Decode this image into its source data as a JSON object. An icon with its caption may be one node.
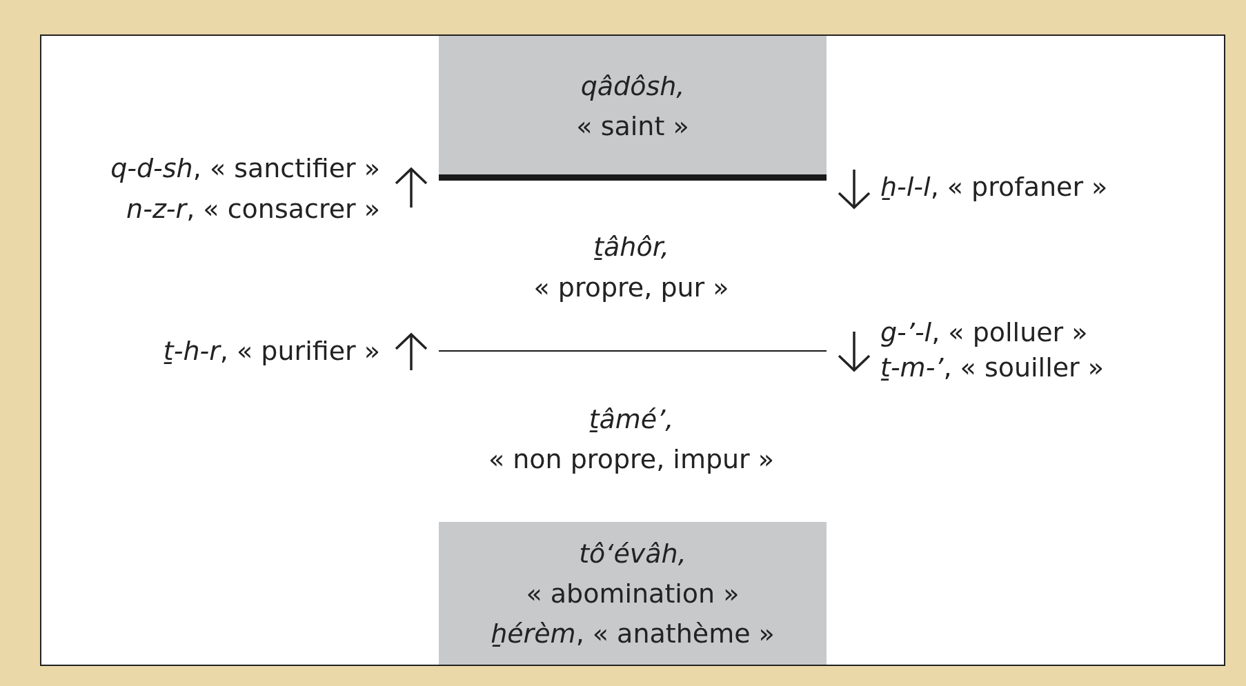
{
  "diagram": {
    "nodes": [
      {
        "text": [],
        "shape": "box"
      },
      {
        "text": [
          "qâdôsh,",
          "« saint »"
        ],
        "in": 0
      },
      {
        "text": [
          "tô‘évâh,",
          "« abomination »",
          "*ẖérèm*, « anathème »"
        ],
        "in": 0
      }
    ],
    "edges": [],
    "labels": [
      "*q-d-sh*, « sanctifier »",
      "*ẖ-l-l*, « profaner »",
      "*n-z-r*, « consacrer »",
      "ṯâhôr,",
      "« propre, pur »",
      "*ṯ-h-r*, « purifier »",
      "*g-’-l*, « polluer »",
      "*ṯ-m-’*, « souiller »",
      "ṯâmé’,",
      "« non propre, impur »"
    ]
  }
}
